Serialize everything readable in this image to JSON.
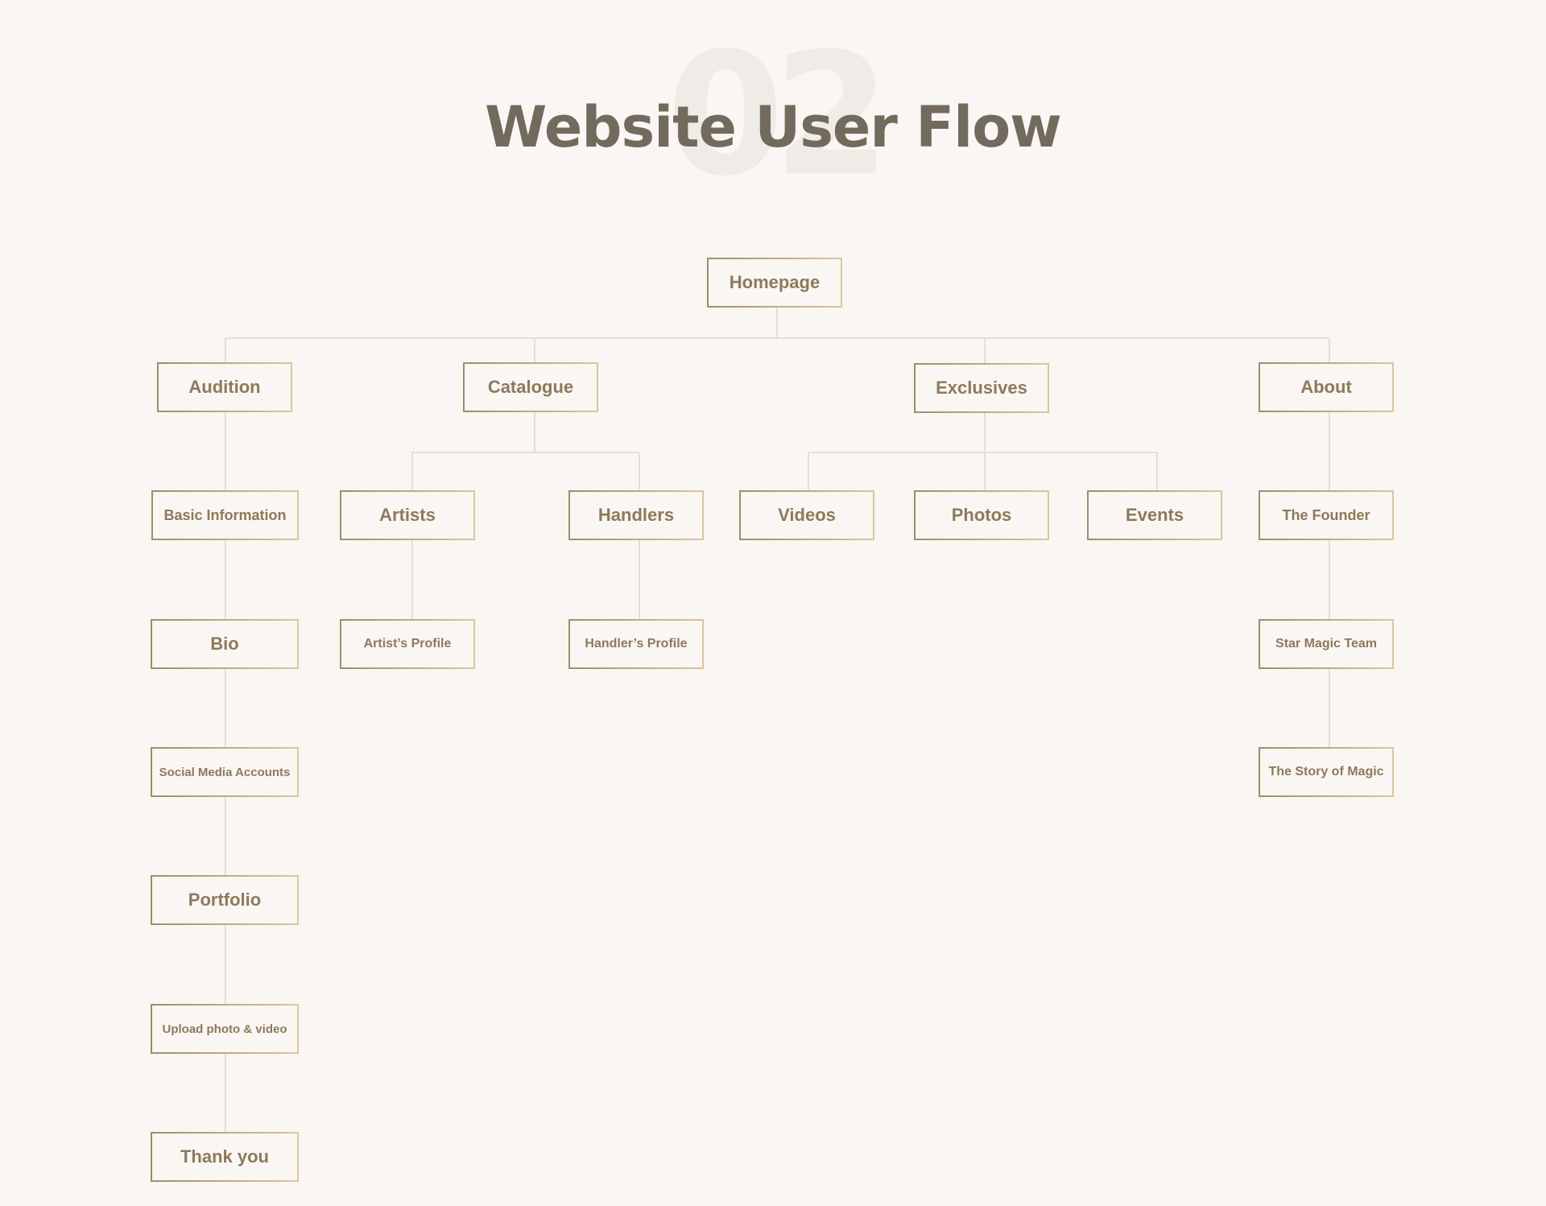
{
  "header": {
    "section_number": "02",
    "title": "Website User Flow"
  },
  "flow": {
    "root": "Homepage",
    "audition": {
      "label": "Audition",
      "steps": [
        "Basic Information",
        "Bio",
        "Social Media Accounts",
        "Portfolio",
        "Upload photo & video",
        "Thank you"
      ]
    },
    "catalogue": {
      "label": "Catalogue",
      "artists": "Artists",
      "artist_profile": "Artist’s Profile",
      "handlers": "Handlers",
      "handler_profile": "Handler’s Profile"
    },
    "exclusives": {
      "label": "Exclusives",
      "children": [
        "Videos",
        "Photos",
        "Events"
      ]
    },
    "about": {
      "label": "About",
      "children": [
        "The Founder",
        "Star Magic Team",
        "The Story of Magic"
      ]
    }
  },
  "colors": {
    "background": "#f9f6f3",
    "title": "#726a5c",
    "node_text": "#8d7a5b",
    "node_border_start": "#a08d6a",
    "node_border_end": "#dcc69a",
    "connector": "#e4ded5",
    "watermark_number": "#efebe6"
  }
}
